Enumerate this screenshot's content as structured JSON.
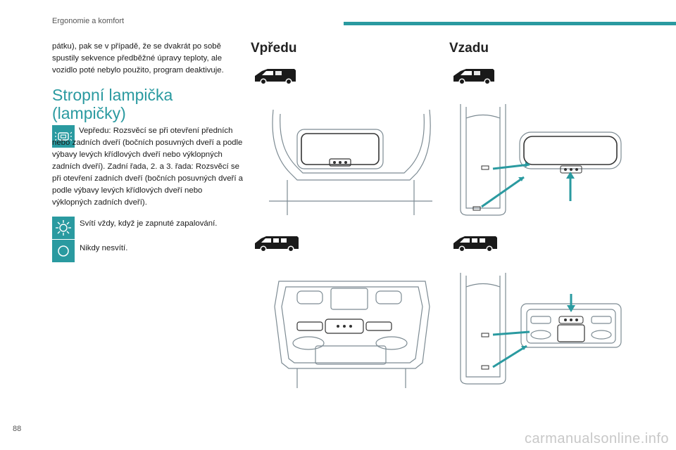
{
  "header": {
    "title": "Ergonomie a komfort"
  },
  "intro_text": "pátku), pak se v případě, že se dvakrát po sobě spustily sekvence předběžné úpravy teploty, ale vozidlo poté nebylo použito, program deaktivuje.",
  "section": {
    "title": "Stropní lampička (lampičky)",
    "items": [
      {
        "icon": "door-light-icon",
        "text": "Vepředu: Rozsvěcí se při otevření předních nebo zadních dveří (bočních posuvných dveří a podle výbavy levých křídlových dveří nebo výklopných zadních dveří). Zadní řada, 2. a 3. řada: Rozsvěcí se při otevření zadních dveří (bočních posuvných dveří a podle výbavy levých křídlových dveří nebo výklopných zadních dveří)."
      },
      {
        "icon": "sun-light-icon",
        "text": "Svítí vždy, když je zapnuté zapalování."
      },
      {
        "icon": "off-light-icon",
        "text": "Nikdy nesvítí."
      }
    ]
  },
  "columns": {
    "front": {
      "title": "Vpředu"
    },
    "rear": {
      "title": "Vzadu"
    }
  },
  "page_number": "88",
  "watermark": "carmanualsonline.info",
  "colors": {
    "accent": "#2a9aa0",
    "line": "#7d8b93"
  }
}
